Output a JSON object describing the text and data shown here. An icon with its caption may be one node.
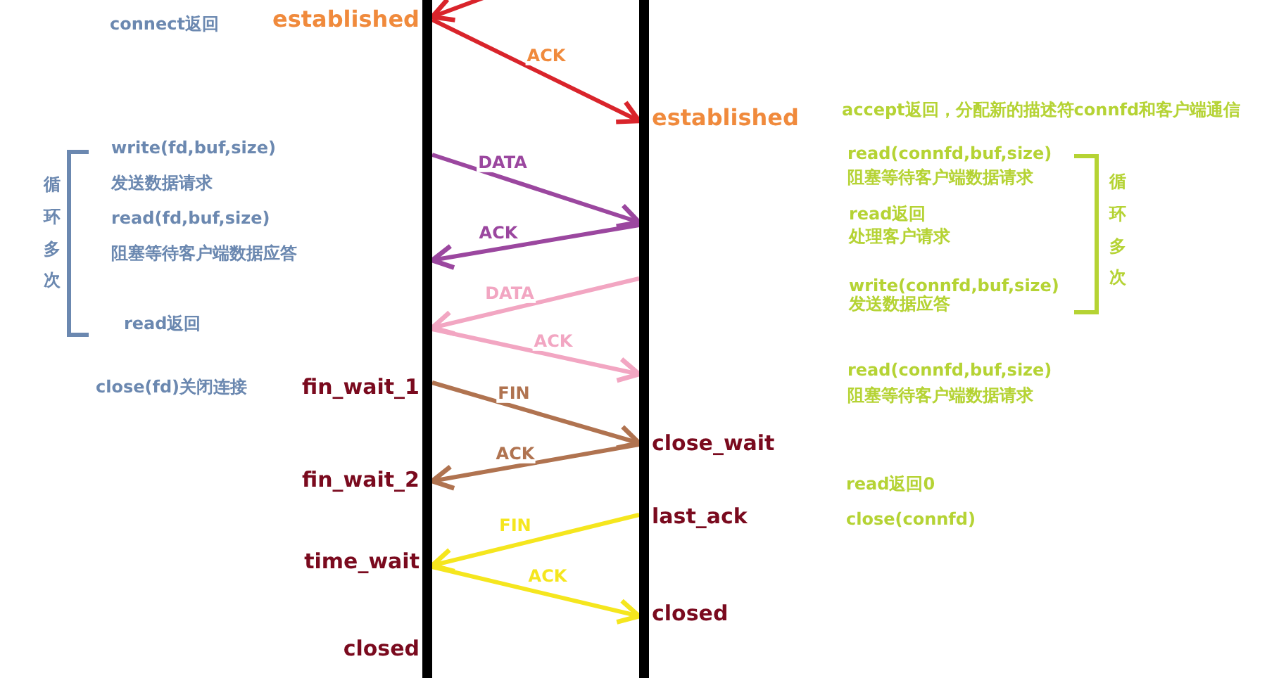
{
  "diagram": {
    "nodes": [
      {
        "text": [],
        "shape": "bar"
      },
      {
        "text": [],
        "shape": "bar"
      }
    ],
    "edges": [
      {
        "from": null,
        "to": 0,
        "arrow": "to",
        "color": "#d9242b"
      },
      {
        "from": 0,
        "to": 1,
        "arrow": "to",
        "label": "ACK",
        "color": "#d9242b"
      },
      {
        "from": 0,
        "to": 1,
        "arrow": "to",
        "label": "DATA",
        "color": "#9b479f"
      },
      {
        "from": 1,
        "to": 0,
        "arrow": "to",
        "label": "ACK",
        "color": "#9b479f"
      },
      {
        "from": 1,
        "to": 0,
        "arrow": "to",
        "label": "DATA",
        "color": "#f2a6c2"
      },
      {
        "from": 0,
        "to": 1,
        "arrow": "to",
        "label": "ACK",
        "color": "#f2a6c2"
      },
      {
        "from": 0,
        "to": 1,
        "arrow": "to",
        "label": "FIN",
        "color": "#b07350"
      },
      {
        "from": 1,
        "to": 0,
        "arrow": "to",
        "label": "ACK",
        "color": "#b07350"
      },
      {
        "from": 1,
        "to": 0,
        "arrow": "to",
        "label": "FIN",
        "color": "#f5e61e"
      },
      {
        "from": 0,
        "to": 1,
        "arrow": "to",
        "label": "ACK",
        "color": "#f5e61e"
      }
    ],
    "labels": [
      "connect返回",
      "established",
      "established",
      "accept返回，分配新的描述符connfd和客户端通信",
      "write(fd,buf,size)",
      "发送数据请求",
      "循环多次",
      "read(fd,buf,size)",
      "阻塞等待客户端数据应答",
      "read返回",
      "read(connfd,buf,size)",
      "阻塞等待客户端数据请求",
      "read返回",
      "处理客户请求",
      "write(connfd,buf,size)",
      "发送数据应答",
      "循环多次",
      "close(fd)关闭连接",
      "fin_wait_1",
      "read(connfd,buf,size)",
      "阻塞等待客户端数据请求",
      "close_wait",
      "fin_wait_2",
      "read返回0",
      "last_ack",
      "close(connfd)",
      "time_wait",
      "closed",
      "closed"
    ]
  }
}
